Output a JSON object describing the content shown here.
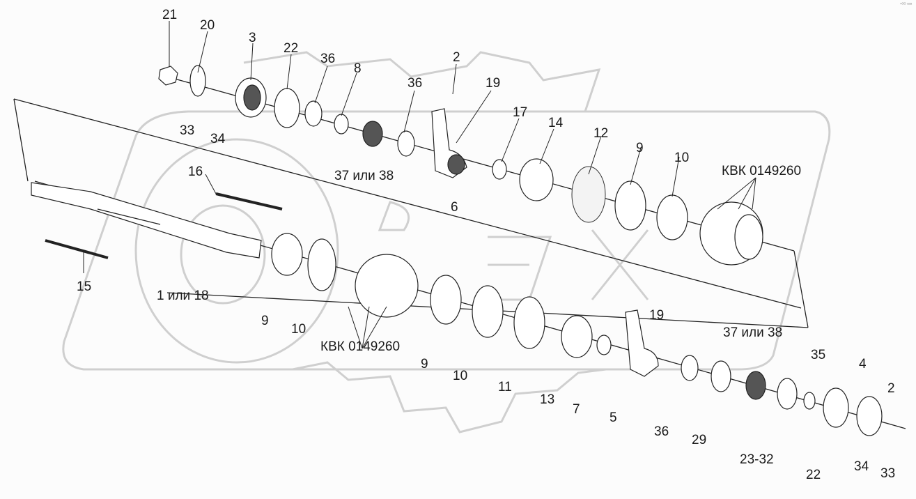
{
  "diagram": {
    "type": "exploded-parts-diagram",
    "watermark": "OREX",
    "corner_mark": "⁴ᴼᴼ ᵃᵃᵃ",
    "labels": {
      "l21": "21",
      "l20": "20",
      "l3": "3",
      "l22a": "22",
      "l36a": "36",
      "l8": "8",
      "l36b": "36",
      "l2a": "2",
      "l19a": "19",
      "l33a": "33",
      "l34a": "34",
      "l37a": "37 или 38",
      "l6": "6",
      "l17": "17",
      "l14": "14",
      "l12": "12",
      "l9a": "9",
      "l10a": "10",
      "kvk_a": "КВК 0149260",
      "l16": "16",
      "l15": "15",
      "l1": "1 или 18",
      "l9b": "9",
      "l10b": "10",
      "kvk_b": "КВК 0149260",
      "l9c": "9",
      "l10c": "10",
      "l11": "11",
      "l13": "13",
      "l7": "7",
      "l5": "5",
      "l19b": "19",
      "l37b": "37 или 38",
      "l36c": "36",
      "l29": "29",
      "l2332": "23-32",
      "l35": "35",
      "l4": "4",
      "l2b": "2",
      "l22b": "22",
      "l34b": "34",
      "l33b": "33"
    }
  }
}
